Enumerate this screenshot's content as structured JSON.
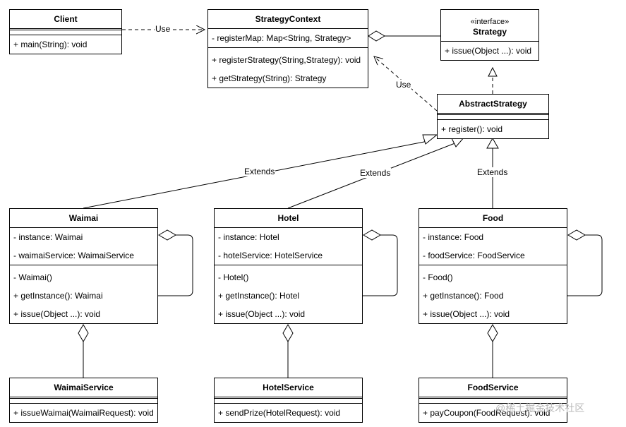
{
  "classes": {
    "client": {
      "name": "Client",
      "members": [],
      "methods": [
        "+ main(String): void"
      ]
    },
    "strategy_context": {
      "name": "StrategyContext",
      "members": [
        "- registerMap: Map<String, Strategy>"
      ],
      "methods": [
        "+ registerStrategy(String,Strategy): void",
        "+ getStrategy(String): Strategy"
      ]
    },
    "strategy": {
      "stereotype": "«interface»",
      "name": "Strategy",
      "methods": [
        "+ issue(Object ...): void"
      ]
    },
    "abstract_strategy": {
      "name": "AbstractStrategy",
      "methods": [
        "+ register(): void"
      ]
    },
    "waimai": {
      "name": "Waimai",
      "members": [
        "- instance: Waimai",
        "- waimaiService: WaimaiService"
      ],
      "methods": [
        "- Waimai()",
        "+ getInstance(): Waimai",
        "+ issue(Object ...): void"
      ]
    },
    "hotel": {
      "name": "Hotel",
      "members": [
        "- instance: Hotel",
        "- hotelService: HotelService"
      ],
      "methods": [
        "- Hotel()",
        "+ getInstance(): Hotel",
        "+ issue(Object ...): void"
      ]
    },
    "food": {
      "name": "Food",
      "members": [
        "- instance: Food",
        "- foodService: FoodService"
      ],
      "methods": [
        "- Food()",
        "+ getInstance(): Food",
        "+ issue(Object ...): void"
      ]
    },
    "waimai_service": {
      "name": "WaimaiService",
      "methods": [
        "+ issueWaimai(WaimaiRequest): void"
      ]
    },
    "hotel_service": {
      "name": "HotelService",
      "methods": [
        "+ sendPrize(HotelRequest): void"
      ]
    },
    "food_service": {
      "name": "FoodService",
      "methods": [
        "+ payCoupon(FoodRequest): void"
      ]
    }
  },
  "labels": {
    "client_use": "Use",
    "abstract_use": "Use",
    "waimai_extends": "Extends",
    "hotel_extends": "Extends",
    "food_extends": "Extends"
  },
  "watermark": "@稀土掘金技术社区"
}
